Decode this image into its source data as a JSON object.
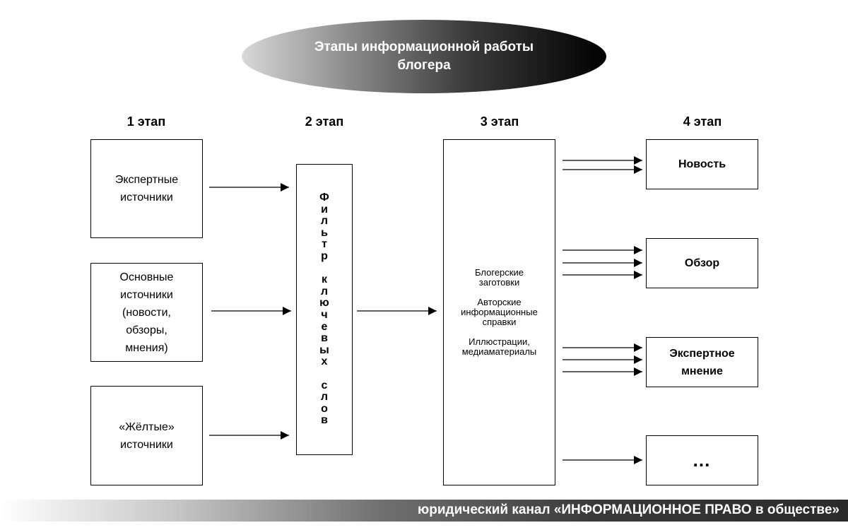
{
  "title": "Этапы информационной работы\nблогера",
  "stages": [
    "1 этап",
    "2 этап",
    "3 этап",
    "4 этап"
  ],
  "sources": [
    "Экспертные\nисточники",
    "Основные\nисточники\n(новости,\nобзоры,\nмнения)",
    "«Жёлтые»\nисточники"
  ],
  "filter": "Ф\nи\nл\nь\nт\nр\n\nк\nл\nю\nч\nе\nв\nы\nх\n\nс\nл\nо\nв",
  "center": {
    "group1": "Блогерские\nзаготовки",
    "group2": "Авторские\nинформационные\nсправки",
    "group3": "Иллюстрации,\nмедиаматериалы"
  },
  "outputs": [
    "Новость",
    "Обзор",
    "Экспертное\nмнение",
    "…"
  ],
  "footer": "юридический канал «ИНФОРМАЦИОННОЕ ПРАВО в обществе»",
  "colors": {
    "ink": "#000000",
    "ellipse_dark": "#000000",
    "ellipse_light": "#d8d8d8",
    "footer_dark": "#2a2a2a"
  }
}
